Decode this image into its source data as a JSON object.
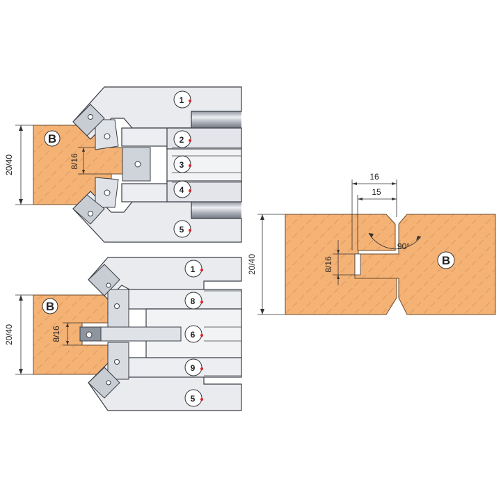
{
  "colors": {
    "wood": "#f4b275",
    "wood_grain": "#d9884c",
    "cutter_light": "#e9ebef",
    "cutter_mid": "#cfd3da",
    "cutter_dark": "#9aa1ab",
    "outline": "#3a3e45",
    "dot": "#d4242b"
  },
  "top_assembly": {
    "workpiece_label": "B",
    "thickness_dim": "20/40",
    "tongue_dim": "8/16",
    "badges": [
      "1",
      "2",
      "3",
      "4",
      "5"
    ]
  },
  "bottom_assembly": {
    "workpiece_label": "B",
    "thickness_dim": "20/40",
    "groove_dim": "8/16",
    "badges": [
      "1",
      "8",
      "6",
      "9",
      "5"
    ]
  },
  "profile": {
    "workpiece_label": "B",
    "thickness_dim": "20/40",
    "groove_dim": "8/16",
    "width_outer_dim": "16",
    "width_inner_dim": "15",
    "angle_dim": "90°"
  }
}
